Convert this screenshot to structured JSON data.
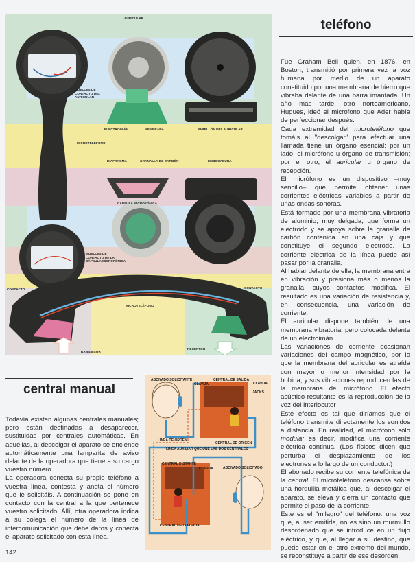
{
  "telefono": {
    "title": "teléfono",
    "paragraphs": [
      [
        "Fue Graham Bell quien, en 1876, en Boston, transmitió por primera vez la voz humana por medio de un aparato constituido por una membrana de hierro que vibraba delante de una barra imantada. Un año más tarde, otro norteamericano, Hugues, ideó el micrófono que Ader había de perfeccionar después."
      ],
      [
        "Cada extremidad del ",
        "microteléfono",
        " que tomáis al \"descolgar\" para efectuar una llamada tiene un órgano esencial: por un lado, el micrófono u órgano de transmisión; por el otro, el ",
        "auricular",
        " u órgano de recepción."
      ],
      [
        "El micrófono es un dispositivo –muy sencillo– que permite obtener unas corrientes eléctricas variables a partir de unas ondas sonoras."
      ],
      [
        "Está formado por una membrana vibratoria de aluminio, muy delgada, que forma un electrodo y se apoya sobre la granalla de carbón contenida en una caja y que constituye el segundo electrodo. La corriente eléctrica de la línea puede así pasar por la granalla."
      ],
      [
        "Al hablar delante de ella, la membrana entra en vibración y presiona más o menos la granalla, cuyos contactos modifica. El resultado es una variación de resistencia y, en consecuencia, una variación de corriente."
      ],
      [
        "El auricular dispone también de una membrana vibratoria, pero colocada delante de un electroimán."
      ],
      [
        "Las variaciones de corriente ocasionan variaciones del campo magnético, por lo que la membrana del auricular es atraída con mayor o menor intensidad por la bobina, y sus vibraciones reproducen las de la membrana del micrófono. El efecto acústico resultante es la reproducción de la voz del interlocutor"
      ],
      [
        "Este efecto es tal que diríamos que el teléfono transmite directamente los sonidos a distancia. En realidad, el micrófono sólo ",
        "modula;",
        " es decir, modifica una corriente eléctrica continua. (Los físicos dicen que perturba el desplazamiento de los electrones a lo largo de un conductor.)"
      ],
      [
        "El abonado recibe su corriente telefónica de la ",
        "central.",
        " El microteléfono descansa sobre una horquilla metálica que, al descolgar el aparato, se eleva y cierra un contacto que permite el paso de la corriente."
      ],
      [
        "Éste es el \"milagro\" del teléfono: una voz que, al ser emitida, no es sino un murmullo desordenado que se introduce en un flujo eléctrico, y que, al llegar a su destino, que puede estar en el otro extremo del mundo, se reconstituye a partir de ese desorden."
      ]
    ]
  },
  "central_manual": {
    "title": "central manual",
    "paragraphs": [
      "Todavía existen algunas centrales manuales; pero están destinadas a desaparecer, sustituidas por centrales automáticas. En aquéllas, al descolgar el aparato se enciende automáticamente una lamparita de aviso delante de la operadora que tiene a su cargo vuestro número.",
      "La operadora conecta su propio teléfono a vuestra línea, contesta y anota el número que le solicitáis. A continuación se pone en contacto con la central a la que pertenece vuestro solicitado. Allí, otra operadora indica a su colega el número de la línea de intercomunicación que debe daros y conecta el aparato solicitado con esta línea."
    ]
  },
  "page_number": "142",
  "phone_diagram": {
    "labels": {
      "auricular": "AURICULAR",
      "muelles_auricular": [
        "MUELLES DE",
        "CONTACTO DEL",
        "AURICULAR"
      ],
      "electroiman": "ELECTROIMÁN",
      "membrana": "MEMBRANA",
      "pabellon": "PABELLÓN DEL AURICULAR",
      "microtelefono_1": "MICROTELÉFONO",
      "diafragma": "DIAFRAGMA",
      "granalla": "GRANALLA DE CARBÓN",
      "embocadura": "EMBOCADURA",
      "capsula": "CÁPSULA MICROFÓNICA",
      "muelles_capsula": [
        "MUELLES DE",
        "CONTACTO DE LA",
        "CÁPSULA MICROFÓNICA"
      ],
      "contacto_left": "CONTACTO",
      "contacto_right": "CONTACTO",
      "microtelefono_2": "MICROTELÉFONO",
      "transmisor": "TRANSMISOR",
      "receptor": "RECEPTOR"
    }
  },
  "central_diagram": {
    "labels": {
      "abonado_solicitante": "ABONADO SOLICITANTE",
      "central_salida": "CENTRAL DE SALIDA",
      "clavija_1": "CLAVIJA",
      "clavija_2": "CLAVIJA",
      "jacks": "JACKS",
      "linea_orden": "LÍNEA DE ORDEN",
      "central_origen": "CENTRAL DE ORIGEN",
      "linea_auxiliar": "LÍNEA AUXILIAR QUE UNE LAS DOS CENTRALES",
      "central_distante": "CENTRAL DISTANTE",
      "clavija_3": "CLAVIJA",
      "abonado_solicitado": "ABONADO SOLICITADO",
      "central_llegada": "CENTRAL DE LLEGADA"
    }
  },
  "colors": {
    "line_blue": "#3d8fc7",
    "switchboard_orange": "#d9632a",
    "paper": "#f3f4f6"
  }
}
